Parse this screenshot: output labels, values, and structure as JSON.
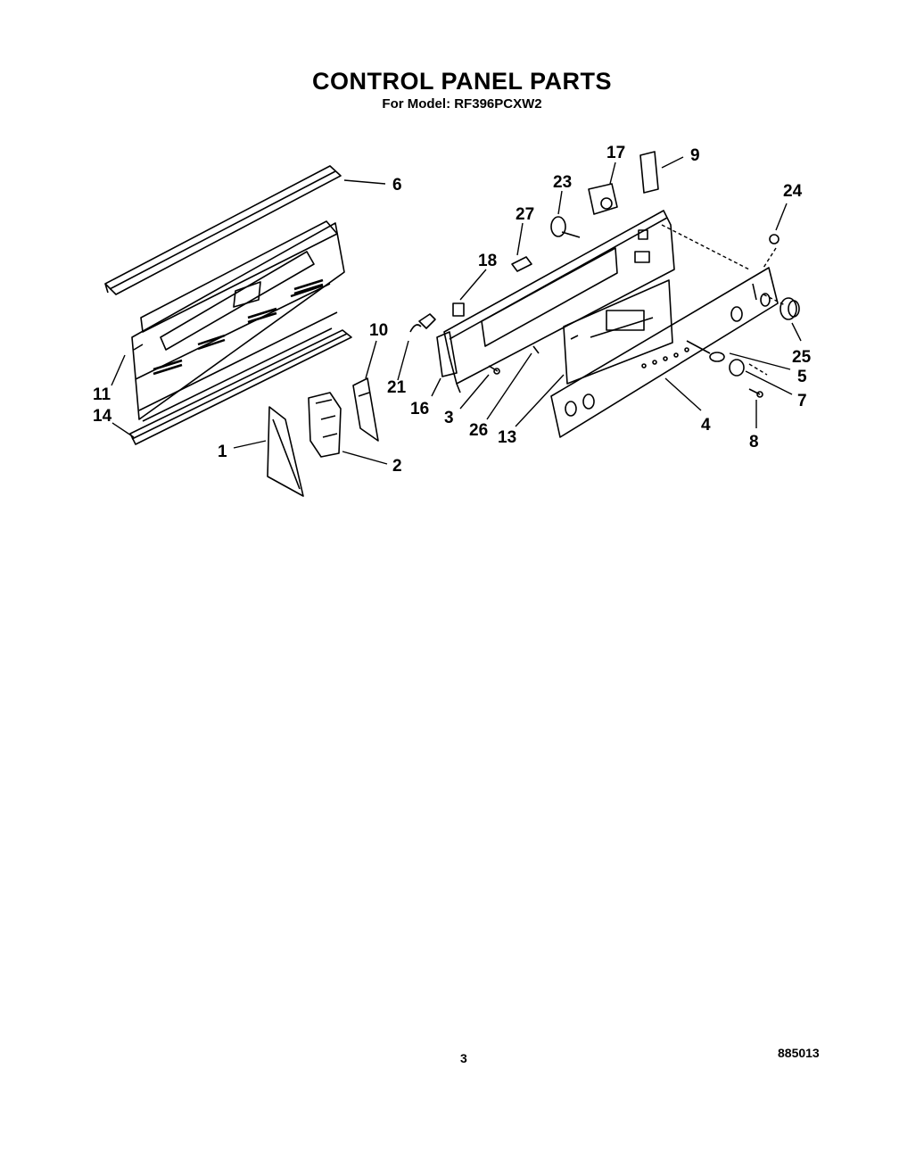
{
  "header": {
    "title": "CONTROL PANEL PARTS",
    "subtitle": "For Model: RF396PCXW2"
  },
  "footer": {
    "page_number": "3",
    "document_id": "885013"
  },
  "callouts": [
    "1",
    "2",
    "3",
    "4",
    "5",
    "6",
    "7",
    "8",
    "9",
    "10",
    "11",
    "13",
    "14",
    "16",
    "17",
    "18",
    "21",
    "23",
    "24",
    "25",
    "26",
    "27"
  ]
}
